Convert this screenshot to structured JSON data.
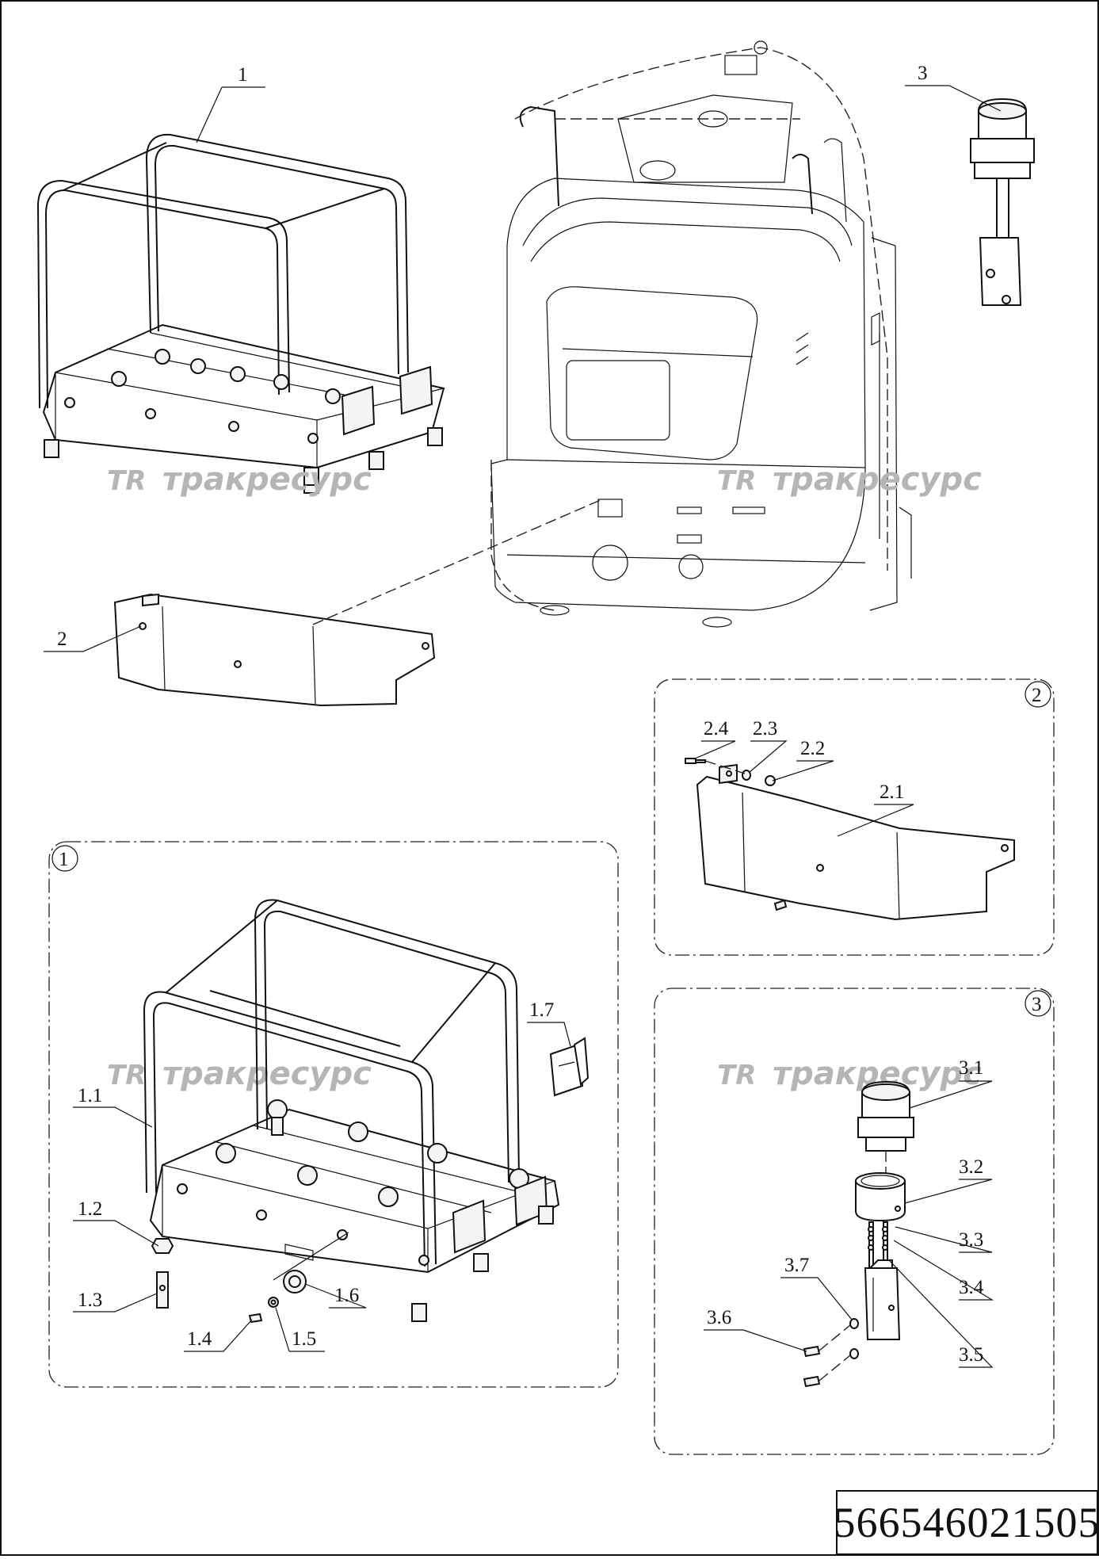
{
  "document_code": "566546021505",
  "watermark": {
    "logo": "TR",
    "text": "тракресурс"
  },
  "main_view_labels": [
    "1",
    "2",
    "3"
  ],
  "detail_views": [
    {
      "id": "1",
      "labels": [
        "1.1",
        "1.2",
        "1.3",
        "1.4",
        "1.5",
        "1.6",
        "1.7"
      ]
    },
    {
      "id": "2",
      "labels": [
        "2.1",
        "2.2",
        "2.3",
        "2.4"
      ]
    },
    {
      "id": "3",
      "labels": [
        "3.1",
        "3.2",
        "3.3",
        "3.4",
        "3.5",
        "3.6",
        "3.7"
      ]
    }
  ]
}
